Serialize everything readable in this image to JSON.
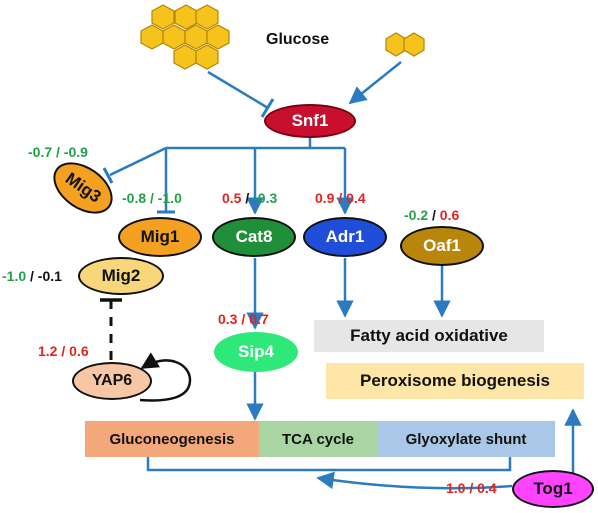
{
  "glucose_label": "Glucose",
  "nodes": {
    "snf1": "Snf1",
    "mig3": "Mig3",
    "mig1": "Mig1",
    "cat8": "Cat8",
    "adr1": "Adr1",
    "oaf1": "Oaf1",
    "mig2": "Mig2",
    "sip4": "Sip4",
    "yap6": "YAP6",
    "tog1": "Tog1"
  },
  "values": {
    "mig3": [
      "-0.7",
      "/",
      "-0.9"
    ],
    "mig1": [
      "-0.8",
      "/",
      "-1.0"
    ],
    "cat8": [
      "0.5",
      "/",
      "-0.3"
    ],
    "adr1": [
      "0.9",
      "/",
      "0.4"
    ],
    "oaf1": [
      "-0.2",
      "/",
      "0.6"
    ],
    "mig2": [
      "-1.0",
      "/",
      "-0.1"
    ],
    "sip4": [
      "0.3",
      "/",
      "0.7"
    ],
    "yap6": [
      "1.2",
      "/",
      "0.6"
    ],
    "tog1": [
      "1.0",
      "/",
      "0.4"
    ]
  },
  "processes": {
    "fatty_acid": "Fatty acid oxidative",
    "peroxisome": "Peroxisome biogenesis",
    "gluconeogenesis": "Gluconeogenesis",
    "tca": "TCA cycle",
    "glyoxylate": "Glyoxylate shunt"
  },
  "colors": {
    "up": "#e0251f",
    "down": "#21a14a",
    "snf1": "#c8102e",
    "orange": "#f4a020",
    "green_node": "#1f8f3a",
    "blue_node": "#1f4fd8",
    "oaf1": "#b8860b",
    "sip4": "#2ee87a",
    "tog1": "#ff44ff",
    "arrow": "#2a7bbf",
    "hexagon": "#f6c21c"
  }
}
